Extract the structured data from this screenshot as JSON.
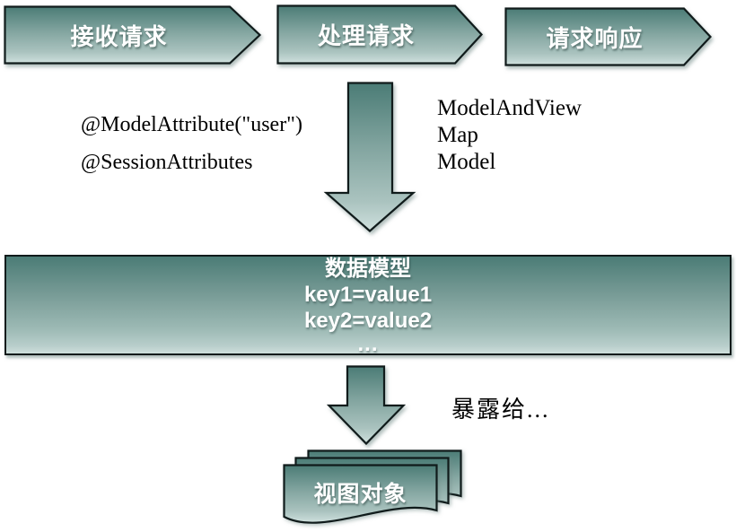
{
  "flow_steps": [
    {
      "label": "接收请求"
    },
    {
      "label": "处理请求"
    },
    {
      "label": "请求响应"
    }
  ],
  "left_annotation": {
    "line1": "@ModelAttribute(\"user\")",
    "line2": "@SessionAttributes"
  },
  "right_annotation": {
    "line1": "ModelAndView",
    "line2": "Map",
    "line3": "Model"
  },
  "data_model": {
    "title": "数据模型",
    "row1": "key1=value1",
    "row2": "key2=value2",
    "row3": "..."
  },
  "expose_label": "暴露给...",
  "view_object_label": "视图对象",
  "colors": {
    "shape_gradient_top": "#4b7c76",
    "shape_gradient_mid": "#8eaeaa",
    "shape_gradient_bottom": "#d2e1de",
    "shape_border": "#101b1b",
    "label_text": "#ffffff",
    "annotation_text": "#000000",
    "background": "#ffffff"
  }
}
